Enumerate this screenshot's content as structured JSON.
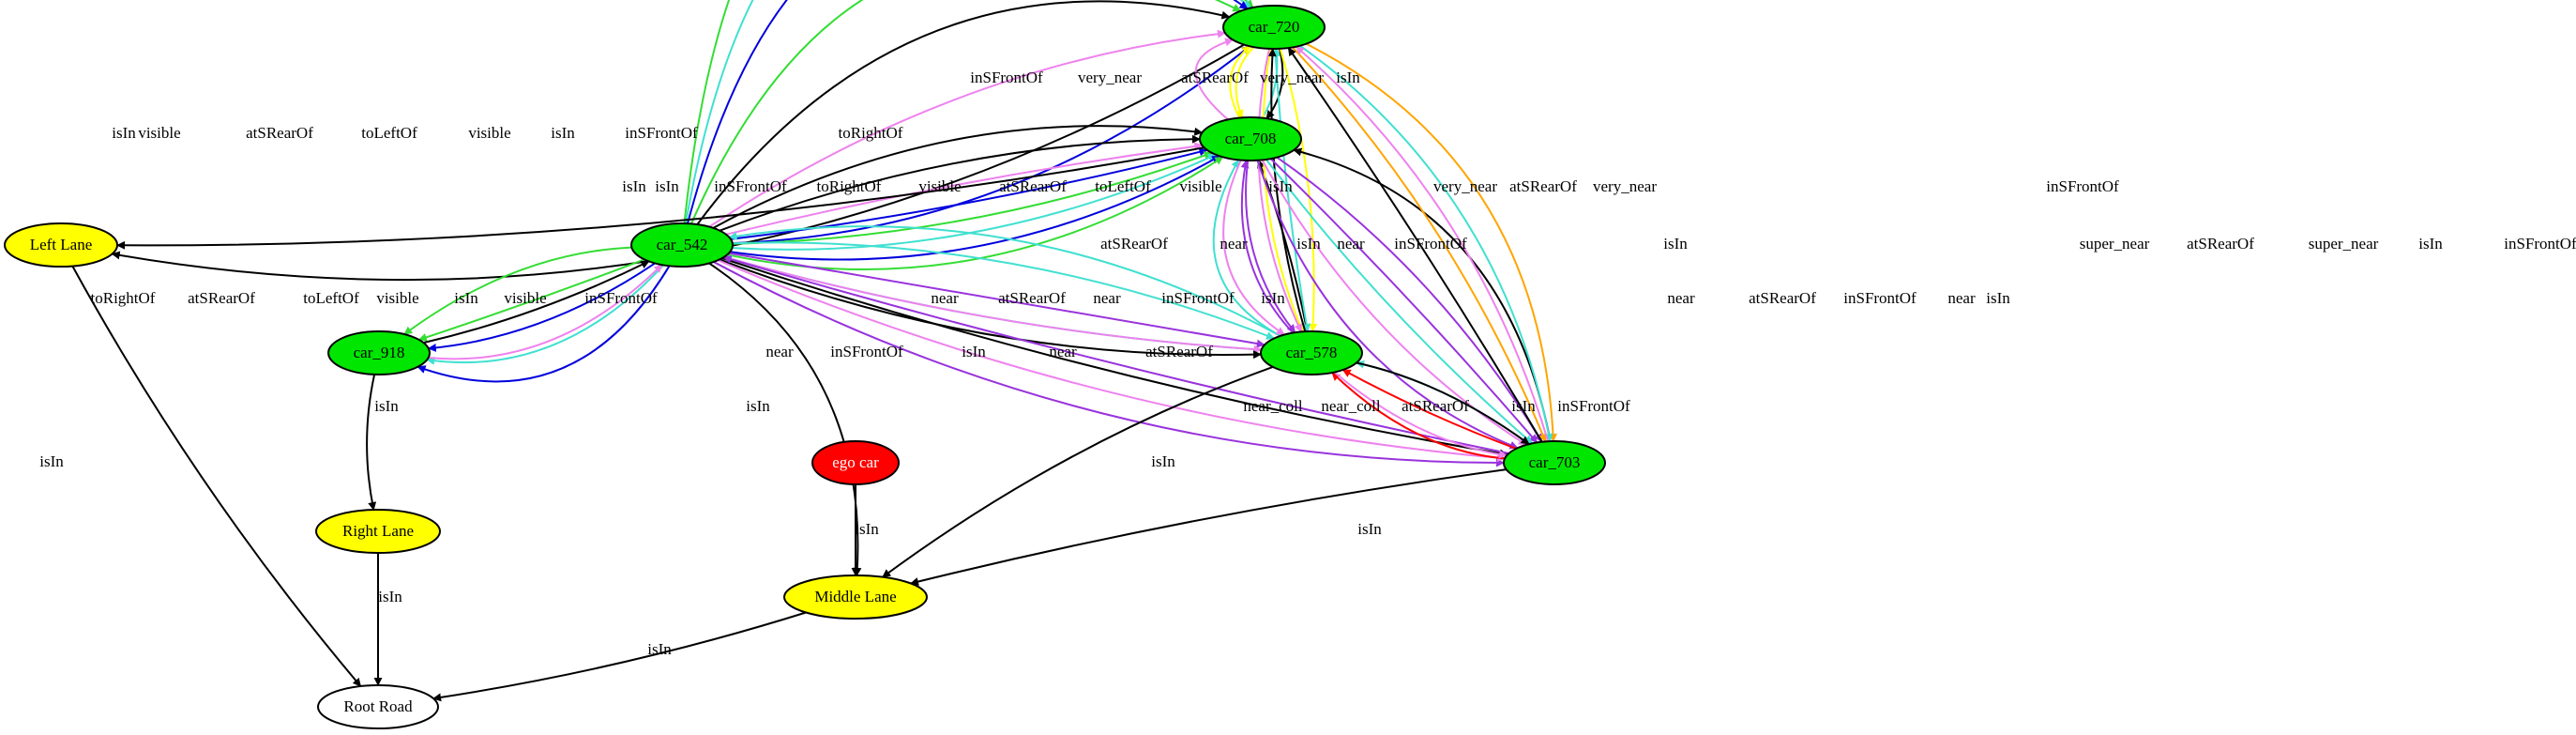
{
  "colors": {
    "car": "#00e600",
    "lane": "#ffff00",
    "ego": "#ff0000",
    "road": "#ffffff",
    "black": "#000000",
    "green": "#33dd33",
    "turquoise": "#40e0d0",
    "blue": "#0000dd",
    "violet": "#ee82ee",
    "purple": "#9933dd",
    "yellow": "#ffff00",
    "orange": "#ffa500",
    "red": "#ff0000"
  },
  "nodes": [
    {
      "id": "car_720",
      "label": "car_720",
      "kind": "car"
    },
    {
      "id": "car_708",
      "label": "car_708",
      "kind": "car"
    },
    {
      "id": "car_542",
      "label": "car_542",
      "kind": "car"
    },
    {
      "id": "car_918",
      "label": "car_918",
      "kind": "car"
    },
    {
      "id": "car_578",
      "label": "car_578",
      "kind": "car"
    },
    {
      "id": "car_703",
      "label": "car_703",
      "kind": "car"
    },
    {
      "id": "left_lane",
      "label": "Left Lane",
      "kind": "lane"
    },
    {
      "id": "right_lane",
      "label": "Right Lane",
      "kind": "lane"
    },
    {
      "id": "middle_lane",
      "label": "Middle Lane",
      "kind": "lane"
    },
    {
      "id": "ego_car",
      "label": "ego car",
      "kind": "ego"
    },
    {
      "id": "root_road",
      "label": "Root Road",
      "kind": "road"
    }
  ],
  "edges": [
    {
      "from": "car_542",
      "to": "car_720",
      "label": "visible",
      "color": "green"
    },
    {
      "from": "car_542",
      "to": "car_720",
      "label": "atSRearOf",
      "color": "turquoise"
    },
    {
      "from": "car_542",
      "to": "car_720",
      "label": "toLeftOf",
      "color": "blue"
    },
    {
      "from": "car_542",
      "to": "car_720",
      "label": "visible",
      "color": "green"
    },
    {
      "from": "car_542",
      "to": "car_720",
      "label": "isIn",
      "color": "black"
    },
    {
      "from": "car_542",
      "to": "car_720",
      "label": "inSFrontOf",
      "color": "violet"
    },
    {
      "from": "car_542",
      "to": "car_720",
      "label": "toRightOf",
      "color": "blue"
    },
    {
      "from": "car_720",
      "to": "left_lane",
      "label": "isIn",
      "color": "black"
    },
    {
      "from": "car_708",
      "to": "car_720",
      "label": "inSFrontOf",
      "color": "violet"
    },
    {
      "from": "car_708",
      "to": "car_720",
      "label": "very_near",
      "color": "yellow"
    },
    {
      "from": "car_708",
      "to": "car_720",
      "label": "atSRearOf",
      "color": "turquoise"
    },
    {
      "from": "car_720",
      "to": "car_708",
      "label": "very_near",
      "color": "yellow"
    },
    {
      "from": "car_720",
      "to": "car_708",
      "label": "isIn",
      "color": "black"
    },
    {
      "from": "car_542",
      "to": "car_708",
      "label": "isIn",
      "color": "black"
    },
    {
      "from": "car_542",
      "to": "car_708",
      "label": "isIn",
      "color": "black"
    },
    {
      "from": "car_542",
      "to": "car_708",
      "label": "inSFrontOf",
      "color": "violet"
    },
    {
      "from": "car_542",
      "to": "car_708",
      "label": "toRightOf",
      "color": "blue"
    },
    {
      "from": "car_542",
      "to": "car_708",
      "label": "visible",
      "color": "green"
    },
    {
      "from": "car_542",
      "to": "car_708",
      "label": "atSRearOf",
      "color": "turquoise"
    },
    {
      "from": "car_542",
      "to": "car_708",
      "label": "toLeftOf",
      "color": "blue"
    },
    {
      "from": "car_542",
      "to": "car_708",
      "label": "visible",
      "color": "green"
    },
    {
      "from": "car_708",
      "to": "left_lane",
      "label": "",
      "color": "black"
    },
    {
      "from": "car_542",
      "to": "car_918",
      "label": "toRightOf",
      "color": "blue"
    },
    {
      "from": "car_542",
      "to": "car_918",
      "label": "atSRearOf",
      "color": "turquoise"
    },
    {
      "from": "car_542",
      "to": "car_918",
      "label": "toLeftOf",
      "color": "blue"
    },
    {
      "from": "car_542",
      "to": "car_918",
      "label": "visible",
      "color": "green"
    },
    {
      "from": "car_918",
      "to": "car_542",
      "label": "isIn",
      "color": "black"
    },
    {
      "from": "car_542",
      "to": "car_918",
      "label": "visible",
      "color": "green"
    },
    {
      "from": "car_918",
      "to": "car_542",
      "label": "inSFrontOf",
      "color": "violet"
    },
    {
      "from": "car_542",
      "to": "car_578",
      "label": "near",
      "color": "turquoise"
    },
    {
      "from": "car_578",
      "to": "car_542",
      "label": "atSRearOf",
      "color": "turquoise"
    },
    {
      "from": "car_542",
      "to": "car_578",
      "label": "near",
      "color": "purple"
    },
    {
      "from": "car_542",
      "to": "car_578",
      "label": "inSFrontOf",
      "color": "violet"
    },
    {
      "from": "car_542",
      "to": "car_578",
      "label": "isIn",
      "color": "black"
    },
    {
      "from": "car_578",
      "to": "car_542",
      "label": "atSRearOf",
      "color": "turquoise"
    },
    {
      "from": "car_542",
      "to": "car_703",
      "label": "near",
      "color": "purple"
    },
    {
      "from": "car_542",
      "to": "car_703",
      "label": "inSFrontOf",
      "color": "violet"
    },
    {
      "from": "car_542",
      "to": "car_703",
      "label": "isIn",
      "color": "black"
    },
    {
      "from": "car_703",
      "to": "car_542",
      "label": "near",
      "color": "purple"
    },
    {
      "from": "car_542",
      "to": "middle_lane",
      "label": "isIn",
      "color": "black"
    },
    {
      "from": "car_578",
      "to": "car_708",
      "label": "atSRearOf",
      "color": "turquoise"
    },
    {
      "from": "car_578",
      "to": "car_708",
      "label": "near",
      "color": "purple"
    },
    {
      "from": "car_578",
      "to": "car_708",
      "label": "isIn",
      "color": "black"
    },
    {
      "from": "car_708",
      "to": "car_578",
      "label": "near",
      "color": "purple"
    },
    {
      "from": "car_708",
      "to": "car_578",
      "label": "inSFrontOf",
      "color": "violet"
    },
    {
      "from": "car_720",
      "to": "car_578",
      "label": "very_near",
      "color": "yellow"
    },
    {
      "from": "car_720",
      "to": "car_578",
      "label": "atSRearOf",
      "color": "turquoise"
    },
    {
      "from": "car_720",
      "to": "car_578",
      "label": "very_near",
      "color": "yellow"
    },
    {
      "from": "car_578",
      "to": "car_720",
      "label": "isIn",
      "color": "black"
    },
    {
      "from": "car_720",
      "to": "car_578",
      "label": "inSFrontOf",
      "color": "violet"
    },
    {
      "from": "car_708",
      "to": "car_703",
      "label": "isIn",
      "color": "purple"
    },
    {
      "from": "car_708",
      "to": "car_703",
      "label": "near",
      "color": "purple"
    },
    {
      "from": "car_708",
      "to": "car_703",
      "label": "atSRearOf",
      "color": "turquoise"
    },
    {
      "from": "car_708",
      "to": "car_703",
      "label": "inSFrontOf",
      "color": "violet"
    },
    {
      "from": "car_708",
      "to": "car_703",
      "label": "near",
      "color": "purple"
    },
    {
      "from": "car_703",
      "to": "car_708",
      "label": "isIn",
      "color": "black"
    },
    {
      "from": "car_720",
      "to": "car_703",
      "label": "super_near",
      "color": "orange"
    },
    {
      "from": "car_720",
      "to": "car_703",
      "label": "atSRearOf",
      "color": "turquoise"
    },
    {
      "from": "car_720",
      "to": "car_703",
      "label": "super_near",
      "color": "orange"
    },
    {
      "from": "car_703",
      "to": "car_720",
      "label": "isIn",
      "color": "black"
    },
    {
      "from": "car_703",
      "to": "car_720",
      "label": "inSFrontOf",
      "color": "violet"
    },
    {
      "from": "car_703",
      "to": "car_578",
      "label": "near_coll",
      "color": "red"
    },
    {
      "from": "car_703",
      "to": "car_578",
      "label": "near_coll",
      "color": "red"
    },
    {
      "from": "car_703",
      "to": "car_578",
      "label": "atSRearOf",
      "color": "turquoise"
    },
    {
      "from": "car_578",
      "to": "car_703",
      "label": "isIn",
      "color": "black"
    },
    {
      "from": "car_578",
      "to": "car_703",
      "label": "inSFrontOf",
      "color": "violet"
    },
    {
      "from": "car_578",
      "to": "middle_lane",
      "label": "isIn",
      "color": "black"
    },
    {
      "from": "car_703",
      "to": "middle_lane",
      "label": "isIn",
      "color": "black"
    },
    {
      "from": "ego_car",
      "to": "middle_lane",
      "label": "isIn",
      "color": "black"
    },
    {
      "from": "car_918",
      "to": "right_lane",
      "label": "isIn",
      "color": "black"
    },
    {
      "from": "left_lane",
      "to": "root_road",
      "label": "isIn",
      "color": "black"
    },
    {
      "from": "right_lane",
      "to": "root_road",
      "label": "isIn",
      "color": "black"
    },
    {
      "from": "middle_lane",
      "to": "root_road",
      "label": "isIn",
      "color": "black"
    }
  ]
}
